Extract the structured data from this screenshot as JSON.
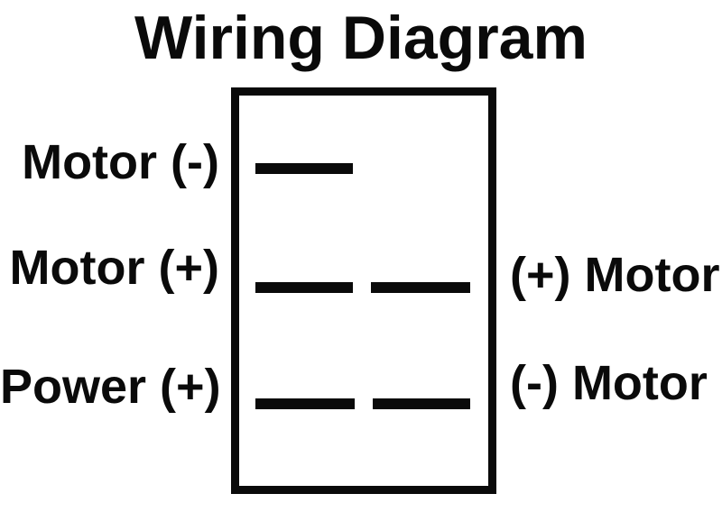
{
  "diagram": {
    "title": "Wiring Diagram",
    "type": "rocker-switch-wiring-diagram",
    "colors": {
      "foreground": "#0a0a0a",
      "background": "#ffffff"
    },
    "left_labels": [
      {
        "label": "Motor (-)"
      },
      {
        "label": "Motor (+)"
      },
      {
        "label": "Power (+)"
      }
    ],
    "right_labels": [
      {
        "label": "(+) Motor"
      },
      {
        "label": "(-) Motor"
      }
    ],
    "switch_body": {
      "rows": [
        {
          "row": 1,
          "left_terminal": true,
          "right_terminal": false,
          "left_label": "Motor (-)",
          "right_label": ""
        },
        {
          "row": 2,
          "left_terminal": true,
          "right_terminal": true,
          "left_label": "Motor (+)",
          "right_label": "(+) Motor"
        },
        {
          "row": 3,
          "left_terminal": true,
          "right_terminal": true,
          "left_label": "Power (+)",
          "right_label": "(-) Motor"
        }
      ]
    }
  }
}
